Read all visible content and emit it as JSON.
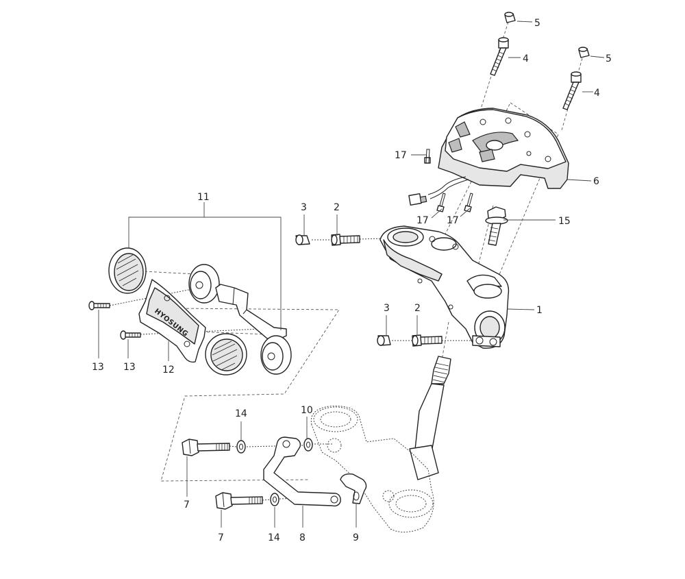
{
  "brand_text": "HYOSUNG",
  "labels": {
    "p1": "1",
    "p2a": "2",
    "p2b": "2",
    "p3a": "3",
    "p3b": "3",
    "p4a": "4",
    "p4b": "4",
    "p5a": "5",
    "p5b": "5",
    "p6": "6",
    "p7a": "7",
    "p7b": "7",
    "p8": "8",
    "p9": "9",
    "p10": "10",
    "p11": "11",
    "p12": "12",
    "p13a": "13",
    "p13b": "13",
    "p14a": "14",
    "p14b": "14",
    "p15": "15",
    "p17a": "17",
    "p17b": "17",
    "p17c": "17"
  }
}
